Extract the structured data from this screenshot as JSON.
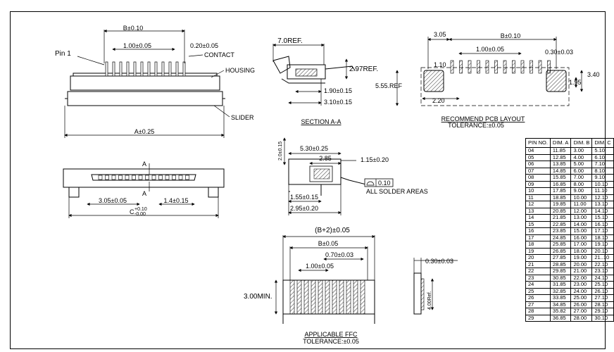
{
  "top_view": {
    "b_dim": "B±0.10",
    "pitch": "1.00±0.05",
    "contact_w": "0.20±0.05",
    "pin1": "Pin 1",
    "contact": "CONTACT",
    "housing": "HOUSING",
    "slider": "SLIDER",
    "a_dim": "A±0.25"
  },
  "front_view": {
    "section_mark_top": "A",
    "section_mark_bottom": "A",
    "dim_3_05": "3.05±0.05",
    "dim_1_4": "1.4±0.15",
    "c_dim": "C",
    "c_tol_plus": "+0.10",
    "c_tol_minus": "-0.00"
  },
  "section": {
    "ref_7": "7.0REF.",
    "ref_297": "2.97REF.",
    "dim_190": "1.90±0.15",
    "dim_310": "3.10±0.15",
    "title": "SECTION  A-A"
  },
  "pcb": {
    "dim_305": "3.05",
    "b_dim": "B±0.10",
    "pitch": "1.00±0.05",
    "pad_w": "0.30±0.03",
    "dim_110": "1.10",
    "ref_555": "5.55.REF",
    "dim_340": "3.40",
    "dim_195": "1.95",
    "dim_220": "2.20",
    "title": "RECOMMEND  PCB  LAYOUT",
    "tolerance": "TOLERANCE:±0.05"
  },
  "side_detail": {
    "dim_530": "5.30±0.25",
    "dim_285": "2.85",
    "dim_115": "1.15±0.20",
    "dim_20": "2.0±0.15",
    "dim_155": "1.55±0.15",
    "dim_295": "2.95±0.20",
    "flatness": "0.10",
    "solder_note": "ALL  SOLDER  AREAS"
  },
  "ffc": {
    "b2_dim": "(B+2)±0.05",
    "b_dim": "B±0.05",
    "dim_070": "0.70±0.03",
    "pitch": "1.00±0.05",
    "min_3": "3.00MIN.",
    "thickness": "0.30±0.03",
    "ref_4": "4.00Ref.",
    "title": "APPLICABLE  FFC",
    "tolerance": "TOLERANCE:±0.05"
  },
  "table": {
    "headers": [
      "PIN NO.",
      "DIM. A",
      "DIM. B",
      "DIM. C"
    ],
    "rows": [
      [
        "04",
        "11.85",
        "3.00",
        "5.10"
      ],
      [
        "05",
        "12.85",
        "4.00",
        "6.10"
      ],
      [
        "06",
        "13.85",
        "5.00",
        "7.10"
      ],
      [
        "07",
        "14.85",
        "6.00",
        "8.10"
      ],
      [
        "08",
        "15.85",
        "7.00",
        "9.10"
      ],
      [
        "09",
        "16.85",
        "8.00",
        "10.10"
      ],
      [
        "10",
        "17.85",
        "9.00",
        "11.10"
      ],
      [
        "11",
        "18.85",
        "10.00",
        "12.10"
      ],
      [
        "12",
        "19.85",
        "11.00",
        "13.10"
      ],
      [
        "13",
        "20.85",
        "12.00",
        "14.10"
      ],
      [
        "14",
        "21.85",
        "13.00",
        "15.10"
      ],
      [
        "15",
        "22.85",
        "14.00",
        "16.10"
      ],
      [
        "16",
        "23.85",
        "15.00",
        "17.10"
      ],
      [
        "17",
        "24.85",
        "16.00",
        "18.10"
      ],
      [
        "18",
        "25.85",
        "17.00",
        "19.10"
      ],
      [
        "19",
        "26.85",
        "18.00",
        "20.10"
      ],
      [
        "20",
        "27.85",
        "19.00",
        "21..10"
      ],
      [
        "21",
        "28.85",
        "20.00",
        "22.10"
      ],
      [
        "22",
        "29.85",
        "21.00",
        "23.10"
      ],
      [
        "23",
        "30.85",
        "22.00",
        "24.10"
      ],
      [
        "24",
        "31.85",
        "23.00",
        "25.10"
      ],
      [
        "25",
        "32.85",
        "24.00",
        "26.10"
      ],
      [
        "26",
        "33.85",
        "25.00",
        "27.10"
      ],
      [
        "27",
        "34.85",
        "26.00",
        "28.10"
      ],
      [
        "28",
        "35.82",
        "27.00",
        "29.10"
      ],
      [
        "29",
        "36.85",
        "28.00",
        "30.10"
      ]
    ]
  }
}
